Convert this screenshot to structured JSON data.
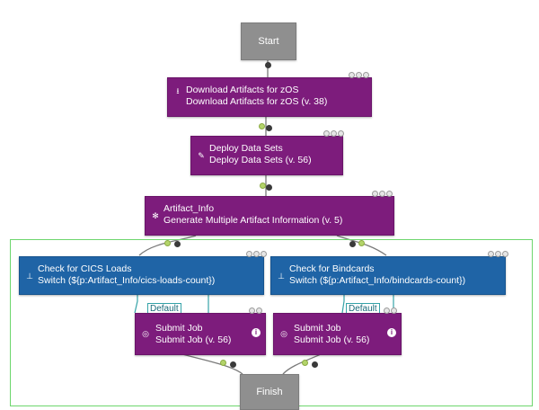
{
  "flow": {
    "start_label": "Start",
    "finish_label": "Finish",
    "steps": {
      "download": {
        "title": "Download Artifacts for zOS",
        "subtitle": "Download Artifacts for zOS (v. 38)",
        "icon": "download-icon"
      },
      "deploy": {
        "title": "Deploy Data Sets",
        "subtitle": "Deploy Data Sets (v. 56)",
        "icon": "deploy-icon"
      },
      "artifact": {
        "title": "Artifact_Info",
        "subtitle": "Generate Multiple Artifact Information (v. 5)",
        "icon": "gear-icon"
      },
      "check_cics": {
        "title": "Check for CICS Loads",
        "subtitle": "Switch (${p:Artifact_Info/cics-loads-count})",
        "icon": "switch-icon"
      },
      "check_bind": {
        "title": "Check for Bindcards",
        "subtitle": "Switch (${p:Artifact_Info/bindcards-count})",
        "icon": "switch-icon"
      },
      "submit_left": {
        "title": "Submit Job",
        "subtitle": "Submit Job (v. 56)",
        "icon": "check-circle-icon"
      },
      "submit_right": {
        "title": "Submit Job",
        "subtitle": "Submit Job (v. 56)",
        "icon": "check-circle-icon"
      }
    },
    "default_label": "Default",
    "info_glyph": "i"
  },
  "colors": {
    "step": "#7d1c7c",
    "switch": "#1f64a6",
    "terminal": "#8f8f8f",
    "connector": "#7a7a7a",
    "default_edge": "#35a3a8",
    "frame": "#6dd66d"
  }
}
